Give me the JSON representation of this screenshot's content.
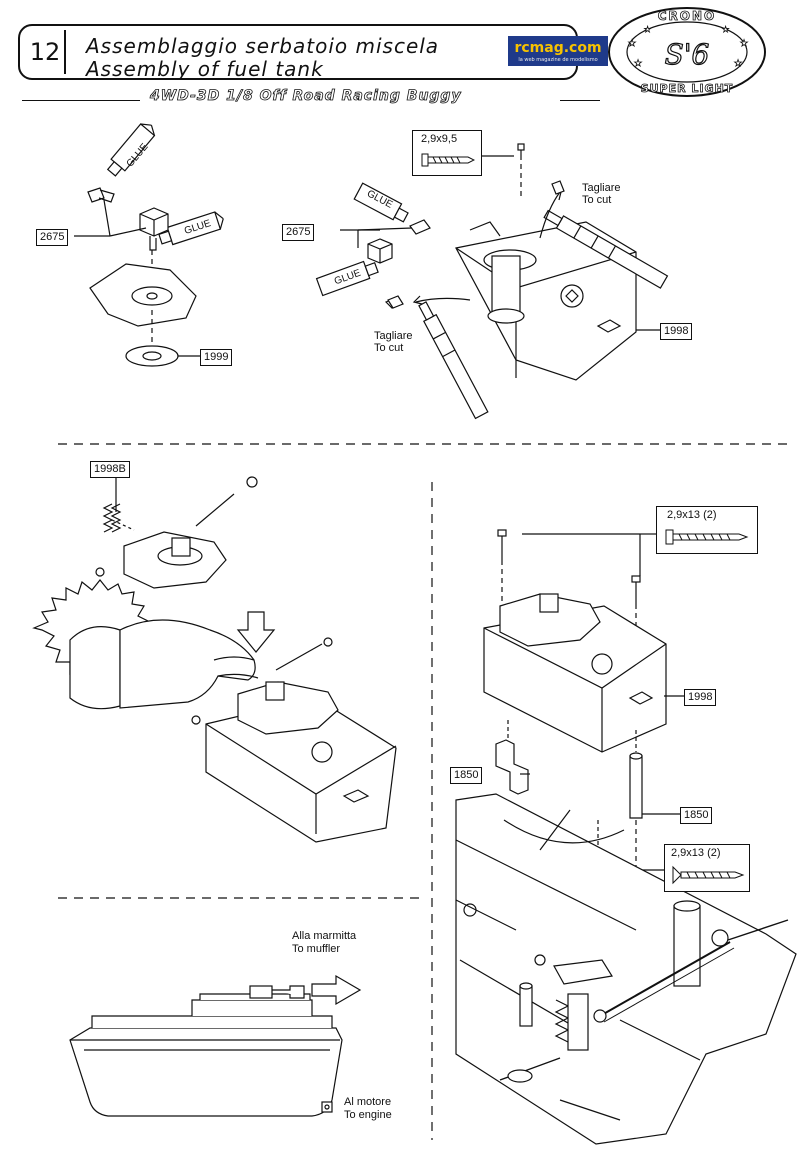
{
  "header": {
    "step_number": "12",
    "title_it": "Assemblaggio serbatoio miscela",
    "title_en": "Assembly of fuel tank",
    "subtitle": "4WD-3D 1/8 Off Road Racing Buggy",
    "brand_site": "rcmag.com",
    "brand_tagline": "la web magazine de modelismo",
    "logo": {
      "top_text": "CRONO",
      "center_text": "S'6",
      "bottom_text": "SUPER LIGHT"
    }
  },
  "parts": {
    "p2675_a": "2675",
    "p2675_b": "2675",
    "p1999": "1999",
    "p1998_a": "1998",
    "p1998b": "1998B",
    "p1998_b": "1998",
    "p1850_a": "1850",
    "p1850_b": "1850"
  },
  "screws": {
    "screw_top": "2,9x9,5",
    "screw_mid": "2,9x13 (2)",
    "screw_bottom": "2,9x13 (2)"
  },
  "glue": {
    "label": "GLUE"
  },
  "cut": {
    "upper_it": "Tagliare",
    "upper_en": "To cut",
    "lower_it": "Tagliare",
    "lower_en": "To cut"
  },
  "muffler": {
    "muffler_it": "Alla marmitta",
    "muffler_en": "To muffler",
    "engine_it": "Al motore",
    "engine_en": "To engine"
  },
  "colors": {
    "ink": "#111111",
    "paper": "#ffffff",
    "badge_bg": "#1f3a8a",
    "badge_text": "#f6c200"
  }
}
